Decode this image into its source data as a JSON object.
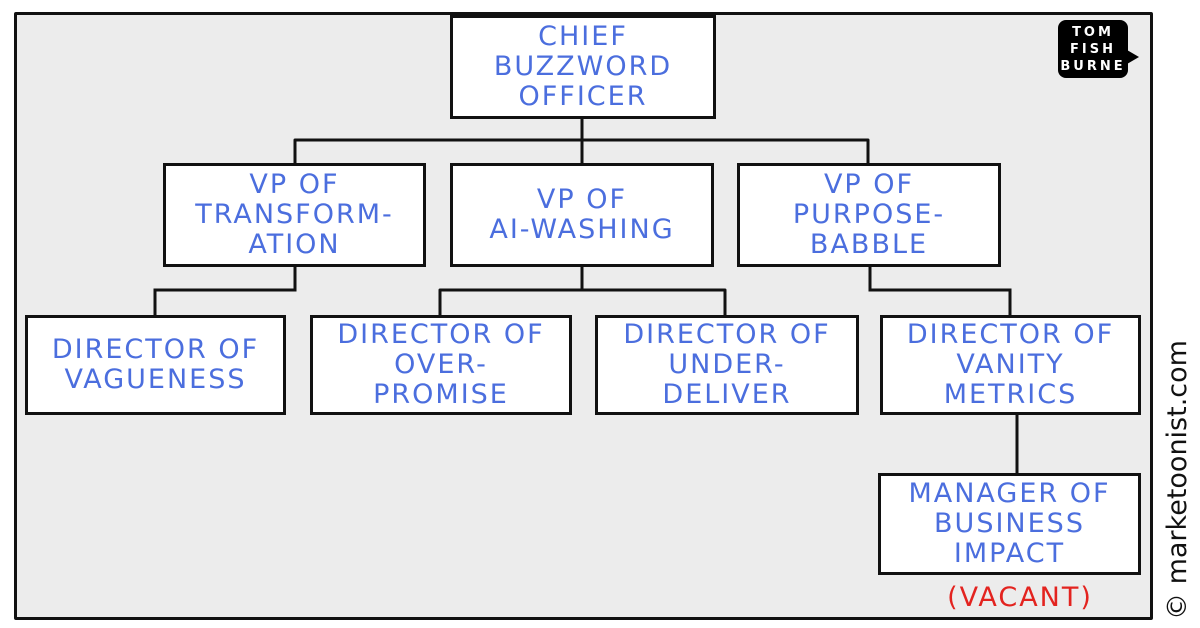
{
  "chart": {
    "ceo": "CHIEF\nBUZZWORD\nOFFICER",
    "vps": [
      "VP OF\nTRANSFORM-\nATION",
      "VP OF\nAI-WASHING",
      "VP OF\nPURPOSE-\nBABBLE"
    ],
    "directors": [
      "DIRECTOR OF\nVAGUENESS",
      "DIRECTOR OF\nOVER-\nPROMISE",
      "DIRECTOR OF\nUNDER-\nDELIVER",
      "DIRECTOR OF\nVANITY\nMETRICS"
    ],
    "manager": "MANAGER OF\nBUSINESS\nIMPACT",
    "vacant": "(VACANT)"
  },
  "logo": {
    "line1": "TOM",
    "line2": "FISH",
    "line3": "BURNE"
  },
  "credit": "© marketoonist.com",
  "colors": {
    "text": "#4b6ede",
    "vacant": "#e3231f",
    "panel": "#ececec"
  }
}
